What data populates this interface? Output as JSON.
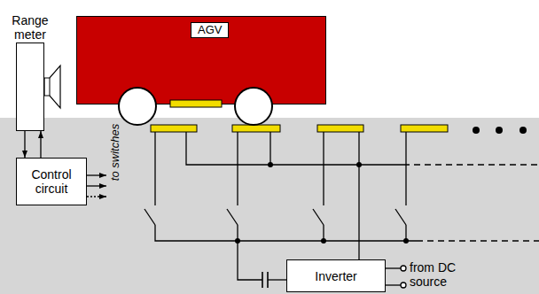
{
  "diagram": {
    "nodes": [
      {
        "text": [
          "Range meter"
        ]
      },
      {
        "text": [
          "AGV"
        ]
      },
      {
        "text": [
          "Control circuit"
        ]
      },
      {
        "text": [
          "Inverter"
        ]
      }
    ],
    "edges": [
      {
        "from": 0,
        "to": 2,
        "arrow": "to"
      },
      {
        "from": 2,
        "to": 0,
        "arrow": "to"
      }
    ],
    "labels": [
      "to switches",
      "from DC source"
    ]
  }
}
